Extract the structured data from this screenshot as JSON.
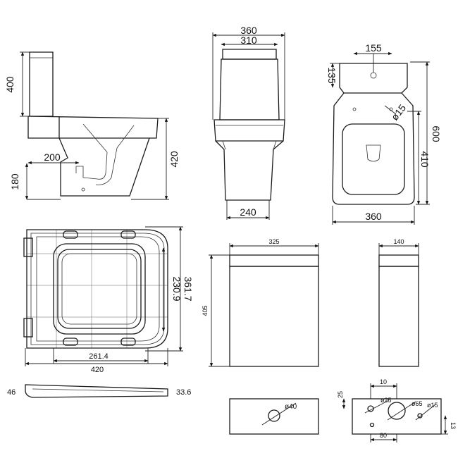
{
  "side_view": {
    "dim_height_cistern": "400",
    "dim_projection": "200",
    "dim_pan_height": "420",
    "dim_outlet_height": "180"
  },
  "front_view": {
    "dim_top_width": "360",
    "dim_cistern_width": "310",
    "dim_base_width": "240"
  },
  "top_view": {
    "dim_hole_offset": "135",
    "dim_width": "155",
    "dim_depth": "600",
    "dim_pan_depth": "410",
    "dim_hole_diameter": "ø15",
    "dim_overall_width": "360"
  },
  "seat_top": {
    "dim_inner_depth": "230.9",
    "dim_outer_depth": "361.7",
    "dim_inner_width": "261.4",
    "dim_outer_width": "420"
  },
  "cistern_front": {
    "dim_width": "325",
    "dim_height": "405"
  },
  "cistern_side": {
    "dim_depth": "140"
  },
  "seat_side": {
    "dim_back_thickness": "46",
    "dim_front_thickness": "33.6"
  },
  "cistern_lid": {
    "dim_hole": "ø40"
  },
  "cistern_base": {
    "dim_offset_10": "10",
    "dim_25_vertical": "25",
    "dim_hole_25": "ø25",
    "dim_hole_65": "ø65",
    "dim_hole_15": "ø15",
    "dim_80": "80",
    "dim_13": "13"
  }
}
